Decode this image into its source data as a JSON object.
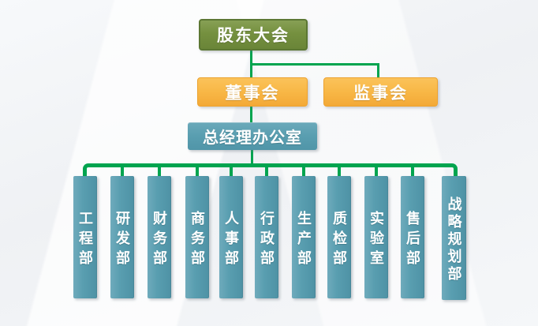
{
  "diagram": {
    "type": "org-chart",
    "nodes": {
      "shareholders": {
        "label": "股东大会"
      },
      "board": {
        "label": "董事会"
      },
      "supervisory": {
        "label": "监事会"
      },
      "gm_office": {
        "label": "总经理办公室"
      },
      "departments": [
        {
          "label": "工程部"
        },
        {
          "label": "研发部"
        },
        {
          "label": "财务部"
        },
        {
          "label": "商务部"
        },
        {
          "label": "人事部"
        },
        {
          "label": "行政部"
        },
        {
          "label": "生产部"
        },
        {
          "label": "质检部"
        },
        {
          "label": "实验室"
        },
        {
          "label": "售后部"
        },
        {
          "label": "战略规划部"
        }
      ]
    },
    "hierarchy": {
      "股东大会": [
        "董事会",
        "监事会"
      ],
      "董事会": [
        "总经理办公室"
      ],
      "总经理办公室": [
        "工程部",
        "研发部",
        "财务部",
        "商务部",
        "人事部",
        "行政部",
        "生产部",
        "质检部",
        "实验室",
        "售后部",
        "战略规划部"
      ]
    },
    "colors": {
      "level1_fill": "#75903F",
      "level1_border": "#5C7733",
      "level2_fill": "#F8B746",
      "level2_border": "#EDA22F",
      "level3_fill": "#599EB0",
      "connector": "#00A44F",
      "text": "#FFFFFF",
      "background": "#F0F2F4"
    }
  }
}
